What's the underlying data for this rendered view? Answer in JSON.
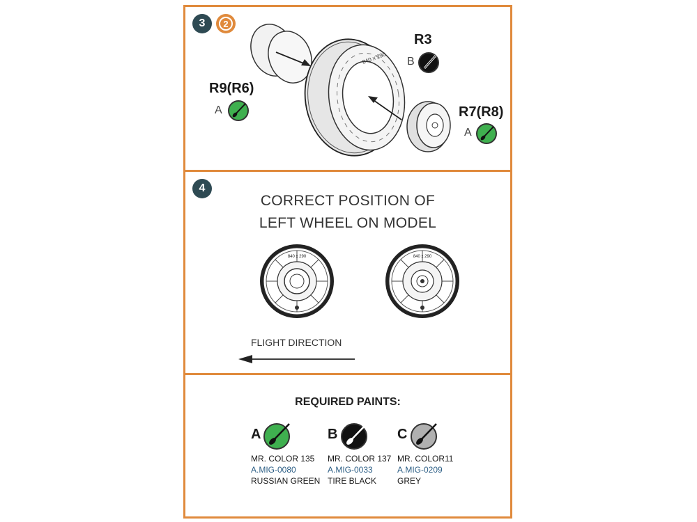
{
  "step3": {
    "number": "3",
    "parts": {
      "r3": {
        "label": "R3",
        "color": "B"
      },
      "r9": {
        "label": "R9(R6)",
        "color": "A"
      },
      "r7": {
        "label": "R7(R8)",
        "color": "A"
      }
    }
  },
  "step4": {
    "number": "4",
    "title_line1": "CORRECT POSITION OF",
    "title_line2": "LEFT WHEEL ON MODEL",
    "flight_direction": "FLIGHT DIRECTION"
  },
  "paints": {
    "title": "REQUIRED PAINTS:",
    "items": [
      {
        "letter": "A",
        "brand": "MR. COLOR 135",
        "code": "A.MIG-0080",
        "name": "RUSSIAN GREEN",
        "color": "#3fb04f"
      },
      {
        "letter": "B",
        "brand": "MR. COLOR 137",
        "code": "A.MIG-0033",
        "name": "TIRE BLACK",
        "color": "#111111"
      },
      {
        "letter": "C",
        "brand": "MR. COLOR11",
        "code": "A.MIG-0209",
        "name": "GREY",
        "color": "#b0b0b0"
      }
    ]
  },
  "colors": {
    "frame": "#e08a3c",
    "step_badge": "#2e4a53",
    "code_text": "#2d5f86"
  }
}
